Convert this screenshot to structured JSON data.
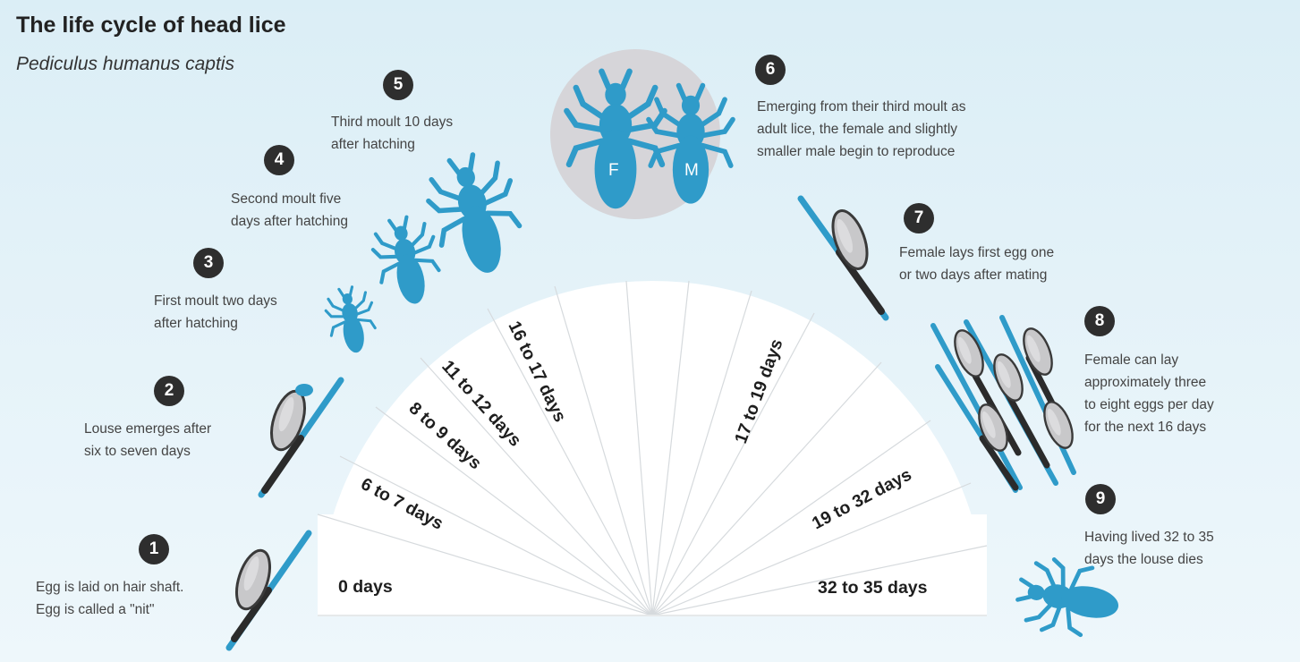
{
  "title": "The life cycle of head lice",
  "subtitle": "Pediculus humanus captis",
  "colors": {
    "background": "#dbeef6",
    "louse": "#2f9bc9",
    "badge": "#2e2e2e",
    "egg": "#c8c8ca",
    "hair": "#2f9bc9",
    "fan": "#ffffff"
  },
  "stages": [
    {
      "number": "1",
      "lines": [
        "Egg is laid on hair shaft.",
        "Egg is called a \"nit\""
      ]
    },
    {
      "number": "2",
      "lines": [
        "Louse emerges after",
        "six to seven days"
      ]
    },
    {
      "number": "3",
      "lines": [
        "First moult two days",
        "after hatching"
      ]
    },
    {
      "number": "4",
      "lines": [
        "Second moult five",
        "days after hatching"
      ]
    },
    {
      "number": "5",
      "lines": [
        "Third moult 10 days",
        "after hatching"
      ]
    },
    {
      "number": "6",
      "lines": [
        "Emerging from their third moult as",
        "adult lice, the female and slightly",
        "smaller male begin to reproduce"
      ]
    },
    {
      "number": "7",
      "lines": [
        "Female lays first egg one",
        "or two days after mating"
      ]
    },
    {
      "number": "8",
      "lines": [
        "Female can lay",
        "approximately three",
        "to eight eggs per day",
        "for the next 16 days"
      ]
    },
    {
      "number": "9",
      "lines": [
        "Having lived 32 to 35",
        "days the louse dies"
      ]
    }
  ],
  "timeline": [
    "0 days",
    "6 to 7 days",
    "8 to 9 days",
    "11 to 12 days",
    "16 to 17 days",
    "17 to 19 days",
    "19 to 32 days",
    "32 to 35 days"
  ],
  "adult_labels": {
    "female": "F",
    "male": "M"
  }
}
